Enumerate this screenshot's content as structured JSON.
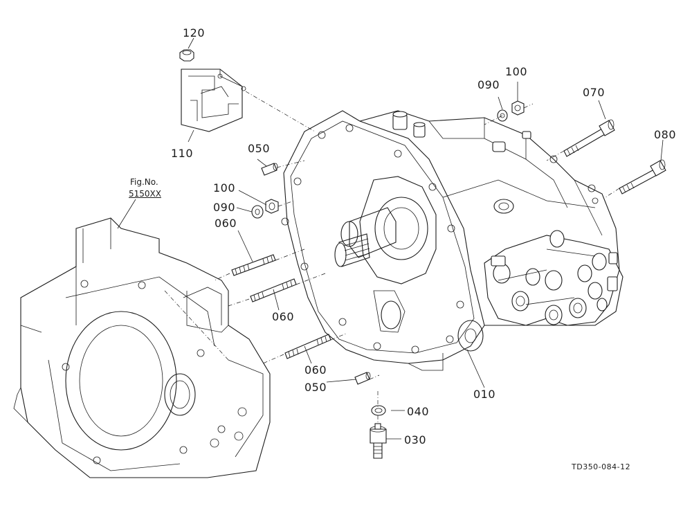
{
  "figure_reference": {
    "label": "Fig.No.",
    "number": "5150XX"
  },
  "drawing_code": "TD350-084-12",
  "callouts": [
    {
      "id": "c010",
      "number": "010"
    },
    {
      "id": "c030",
      "number": "030"
    },
    {
      "id": "c040",
      "number": "040"
    },
    {
      "id": "c050a",
      "number": "050"
    },
    {
      "id": "c050b",
      "number": "050"
    },
    {
      "id": "c060a",
      "number": "060"
    },
    {
      "id": "c060b",
      "number": "060"
    },
    {
      "id": "c060c",
      "number": "060"
    },
    {
      "id": "c070",
      "number": "070"
    },
    {
      "id": "c080",
      "number": "080"
    },
    {
      "id": "c090a",
      "number": "090"
    },
    {
      "id": "c090b",
      "number": "090"
    },
    {
      "id": "c100a",
      "number": "100"
    },
    {
      "id": "c100b",
      "number": "100"
    },
    {
      "id": "c110",
      "number": "110"
    },
    {
      "id": "c120",
      "number": "120"
    }
  ]
}
